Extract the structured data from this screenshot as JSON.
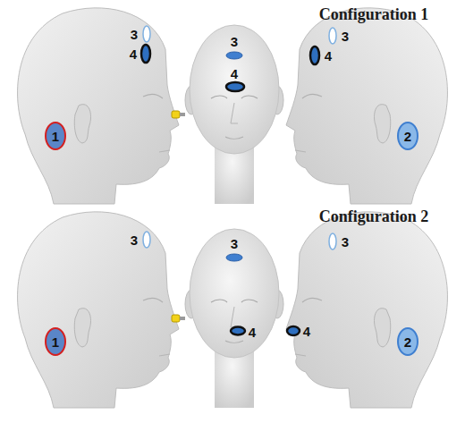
{
  "diagram": {
    "labels": [
      "Configuration 1",
      "3",
      "4",
      "1",
      "3",
      "4",
      "3",
      "4",
      "2",
      "Configuration 2",
      "3",
      "1",
      "3",
      "4",
      "4",
      "3",
      "2"
    ]
  }
}
